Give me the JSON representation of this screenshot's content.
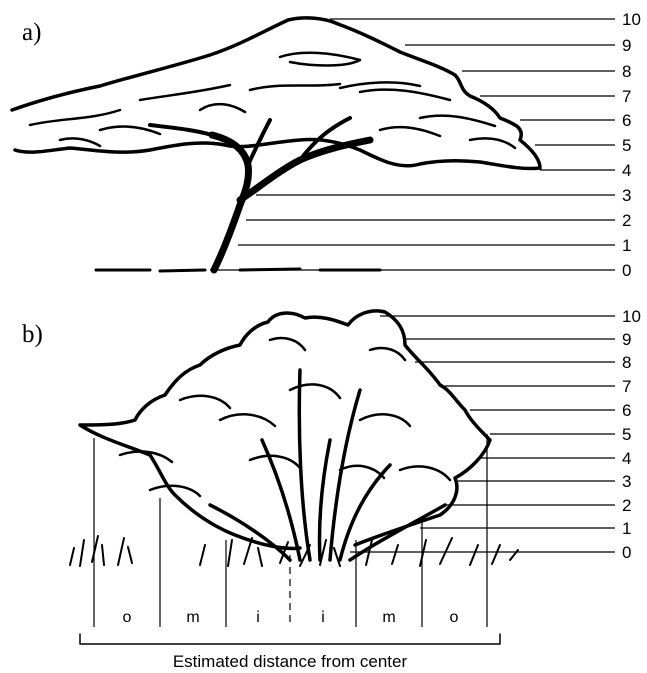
{
  "panel_a": {
    "label": "a)",
    "height_levels": [
      "0",
      "1",
      "2",
      "3",
      "4",
      "5",
      "6",
      "7",
      "8",
      "9",
      "10"
    ]
  },
  "panel_b": {
    "label": "b)",
    "height_levels": [
      "0",
      "1",
      "2",
      "3",
      "4",
      "5",
      "6",
      "7",
      "8",
      "9",
      "10"
    ],
    "zones": [
      "o",
      "m",
      "i",
      "i",
      "m",
      "o"
    ],
    "caption": "Estimated distance from center"
  }
}
